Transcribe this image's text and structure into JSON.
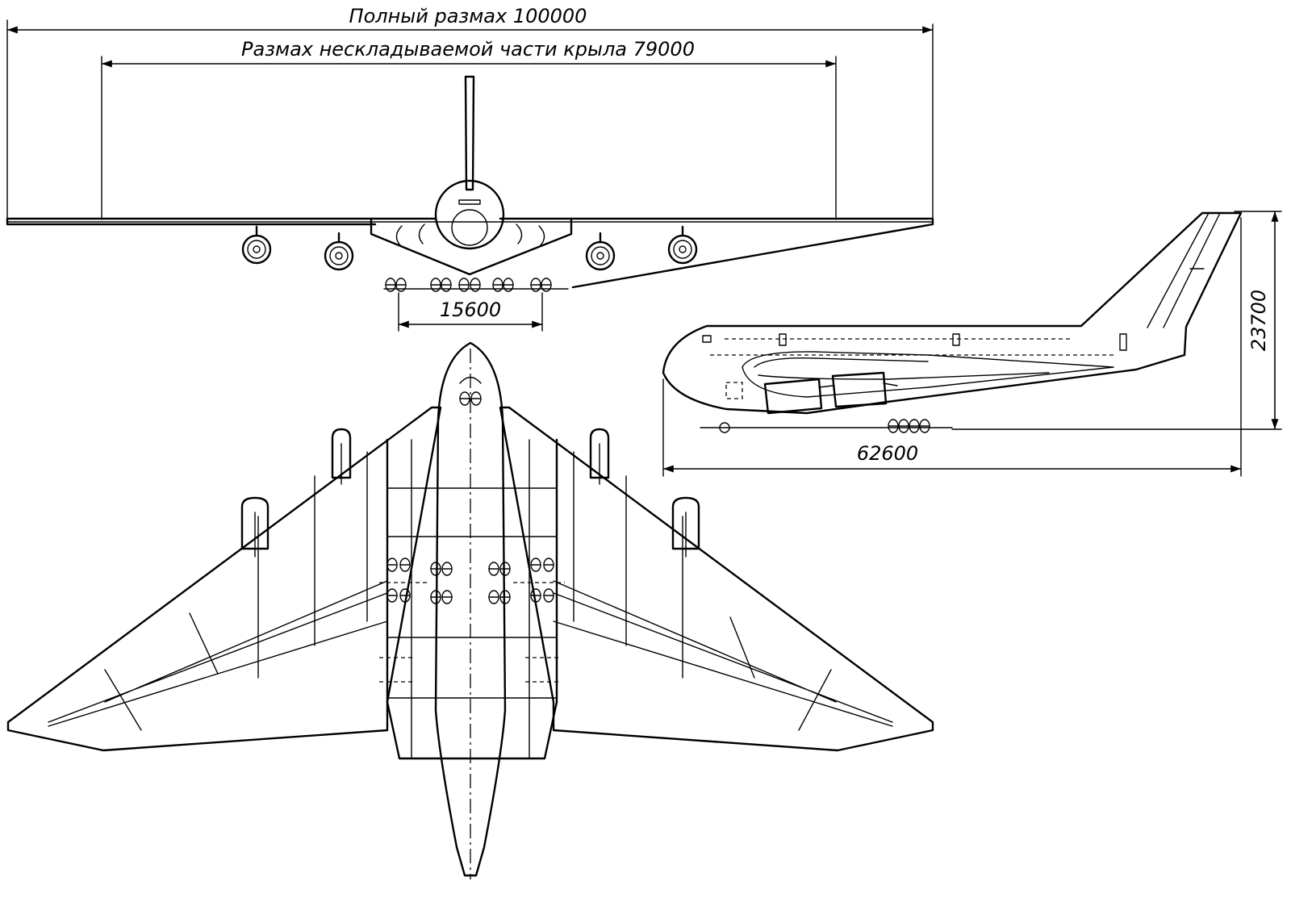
{
  "dimensions": {
    "full_span": "Полный размах 100000",
    "fixed_span": "Размах нескладываемой части крыла 79000",
    "gear_track": "15600",
    "height": "23700",
    "length": "62600"
  }
}
